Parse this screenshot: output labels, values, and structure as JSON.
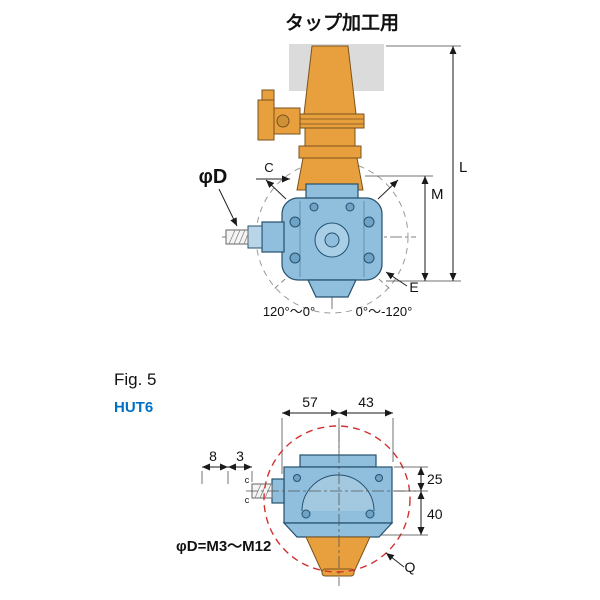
{
  "title": "タップ加工用",
  "figure": {
    "label": "Fig. 5",
    "model": "HUT6"
  },
  "top_view": {
    "phi_d": "φD",
    "c": "C",
    "l": "L",
    "m": "M",
    "e": "E",
    "angle_range_left": "120°〜0°",
    "angle_range_right": "0°〜-120°"
  },
  "bottom_view": {
    "dim_57": "57",
    "dim_43": "43",
    "dim_8": "8",
    "dim_3": "3",
    "dim_25": "25",
    "dim_40": "40",
    "chamfer": "c",
    "thread_range": "φD=M3〜M12",
    "q": "Q"
  },
  "colors": {
    "shank_orange": "#E8A03E",
    "head_blue": "#8FBFDD",
    "model_text_blue": "#0070C5",
    "swing_circle_red": "#D23030",
    "spindle_gray": "#DBDBDB"
  }
}
